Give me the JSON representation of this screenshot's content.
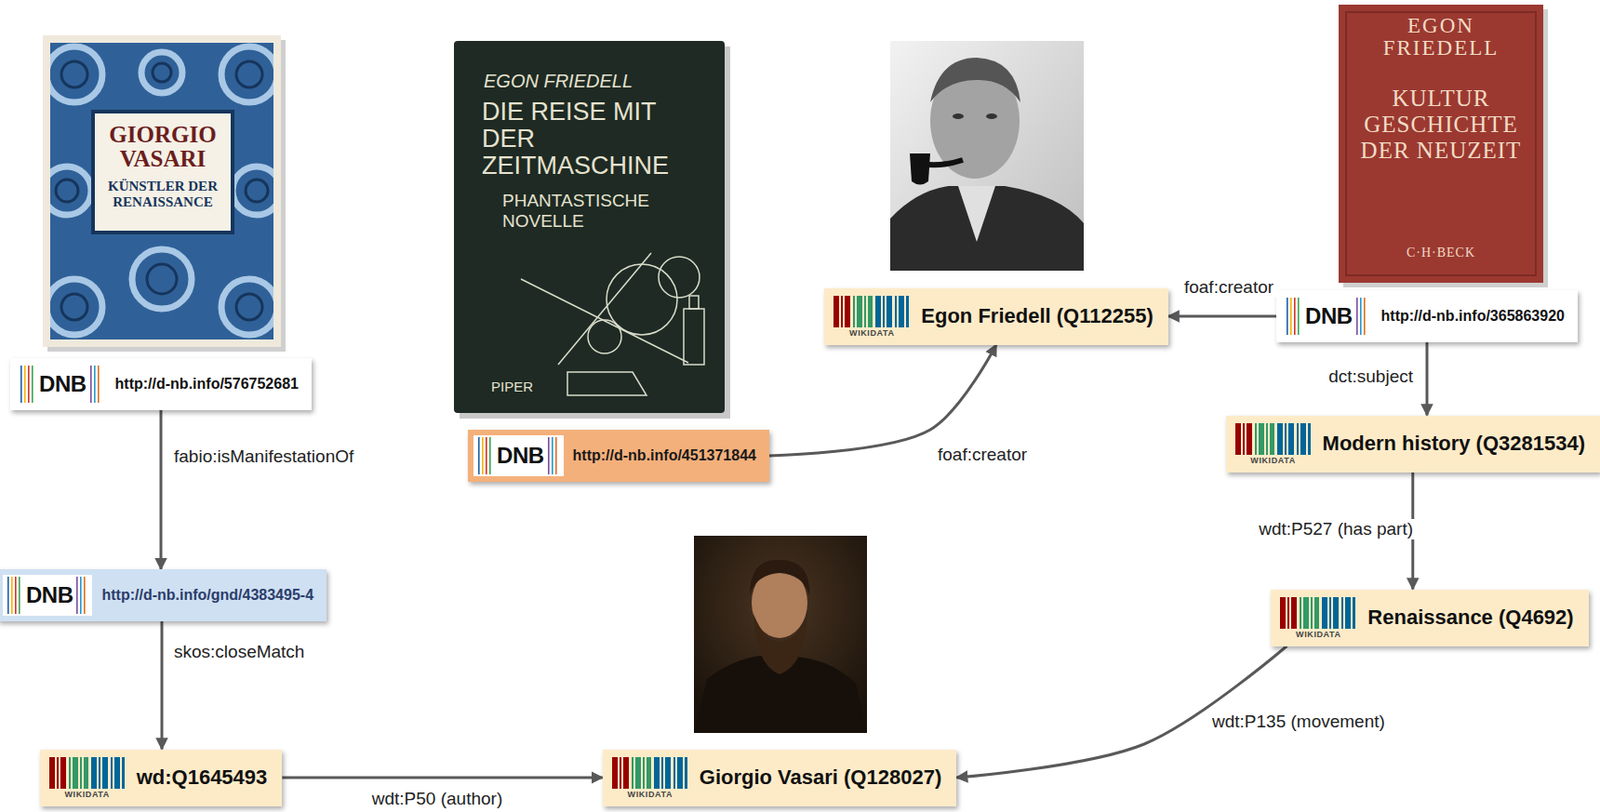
{
  "diagram": {
    "nodes": [
      {
        "text": [
          "DNB",
          "http://d-nb.info/576752681"
        ]
      },
      {
        "text": [
          "DNB",
          "http://d-nb.info/451371844"
        ]
      },
      {
        "text": [
          "WIKIDATA",
          "Egon Friedell (Q112255)"
        ]
      },
      {
        "text": [
          "DNB",
          "http://d-nb.info/365863920"
        ]
      },
      {
        "text": [
          "WIKIDATA",
          "Modern history (Q3281534)"
        ]
      },
      {
        "text": [
          "DNB",
          "http://d-nb.info/gnd/4383495-4"
        ]
      },
      {
        "text": [
          "WIKIDATA",
          "Renaissance (Q4692)"
        ]
      },
      {
        "text": [
          "WIKIDATA",
          "wd:Q1645493"
        ]
      },
      {
        "text": [
          "WIKIDATA",
          "Giorgio Vasari (Q128027)"
        ]
      }
    ],
    "edges": [
      {
        "from": 0,
        "to": 5,
        "label": "fabio:isManifestationOf",
        "arrow": "to"
      },
      {
        "from": 5,
        "to": 7,
        "label": "skos:closeMatch",
        "arrow": "to"
      },
      {
        "from": 7,
        "to": 8,
        "label": "wdt:P50 (author)",
        "arrow": "to"
      },
      {
        "from": 1,
        "to": 2,
        "label": "foaf:creator",
        "arrow": "to"
      },
      {
        "from": 3,
        "to": 2,
        "label": "foaf:creator",
        "arrow": "to"
      },
      {
        "from": 3,
        "to": 4,
        "label": "dct:subject",
        "arrow": "to"
      },
      {
        "from": 4,
        "to": 6,
        "label": "wdt:P527 (has part)",
        "arrow": "to"
      },
      {
        "from": 6,
        "to": 8,
        "label": "wdt:P135 (movement)",
        "arrow": "to"
      }
    ],
    "labels": [
      "GIORGIO VASARI",
      "KÜNSTLER DER RENAISSANCE",
      "EGON FRIEDELL",
      "DIE REISE MIT DER ZEITMASCHINE",
      "PHANTASTISCHE NOVELLE",
      "PIPER",
      "EGON FRIEDELL",
      "KULTUR GESCHICHTE DER NEUZEIT",
      "C·H·BECK"
    ]
  }
}
